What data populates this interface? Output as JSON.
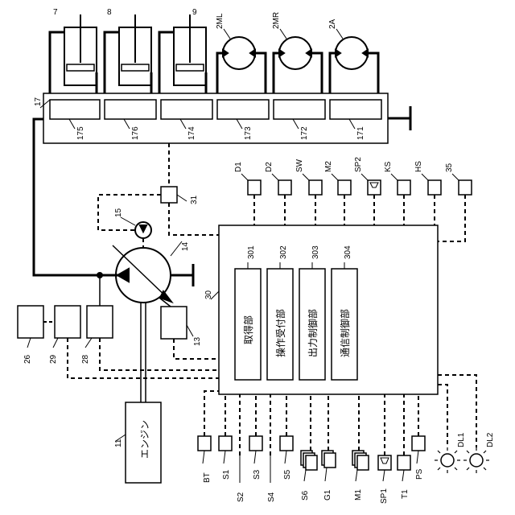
{
  "cylinders": [
    "7",
    "8",
    "9"
  ],
  "motors": [
    "2ML",
    "2MR",
    "2A"
  ],
  "valve_block": {
    "ref": "17",
    "sections": [
      "175",
      "176",
      "174",
      "173",
      "172",
      "171"
    ]
  },
  "controller": {
    "ref": "30",
    "units": [
      {
        "ref": "301",
        "name": "取得部"
      },
      {
        "ref": "302",
        "name": "操作受付部"
      },
      {
        "ref": "303",
        "name": "出力制御部"
      },
      {
        "ref": "304",
        "name": "通信制御部"
      }
    ]
  },
  "pump_parts": {
    "pump": "14",
    "pilot_pump": "15",
    "valve": "31",
    "sensor": "13",
    "engine_ref": "11",
    "engine_name": "エンジン"
  },
  "left_boxes": [
    "26",
    "29",
    "28"
  ],
  "top_inputs": [
    "D1",
    "D2",
    "SW",
    "M2",
    "SP2",
    "KS",
    "HS",
    "35"
  ],
  "bottom_row_top": [
    "BT",
    "S1",
    "S3",
    "S5",
    "S6",
    "G1",
    "M1",
    "SP1",
    "T1",
    "PS"
  ],
  "bottom_row_bottom": [
    "S2",
    "S4"
  ],
  "lamps": [
    "DL1",
    "DL2"
  ]
}
